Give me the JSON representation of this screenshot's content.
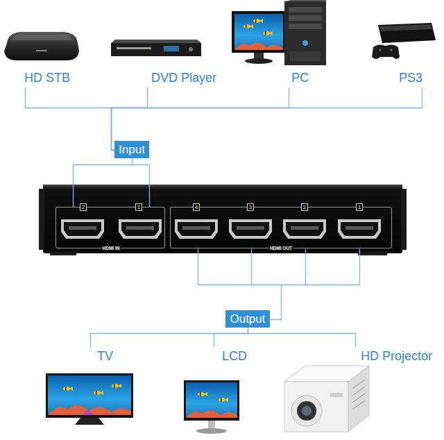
{
  "diagram": {
    "nodes": [
      {
        "text": [
          "HD STB"
        ]
      },
      {
        "text": [
          "DVD Player"
        ]
      },
      {
        "text": [
          "PC"
        ]
      },
      {
        "text": [
          "PS3"
        ]
      },
      {
        "text": [
          "Input"
        ]
      },
      {
        "text": [
          "2",
          "1",
          "HDMI IN"
        ]
      },
      {
        "text": [
          "4",
          "3",
          "2",
          "1",
          "HDMI OUT"
        ]
      },
      {
        "text": [
          "Output"
        ]
      },
      {
        "text": [
          "TV"
        ]
      },
      {
        "text": [
          "LCD"
        ]
      },
      {
        "text": [
          "HD Projector"
        ]
      }
    ],
    "edges": [
      {
        "from": 0,
        "to": 4,
        "arrow": "none"
      },
      {
        "from": 1,
        "to": 4,
        "arrow": "none"
      },
      {
        "from": 2,
        "to": 4,
        "arrow": "none"
      },
      {
        "from": 3,
        "to": 4,
        "arrow": "none"
      },
      {
        "from": 4,
        "to": 5,
        "arrow": "none"
      },
      {
        "from": 6,
        "to": 7,
        "arrow": "none"
      },
      {
        "from": 7,
        "to": 8,
        "arrow": "none"
      },
      {
        "from": 7,
        "to": 9,
        "arrow": "none"
      },
      {
        "from": 7,
        "to": 10,
        "arrow": "none"
      }
    ]
  }
}
